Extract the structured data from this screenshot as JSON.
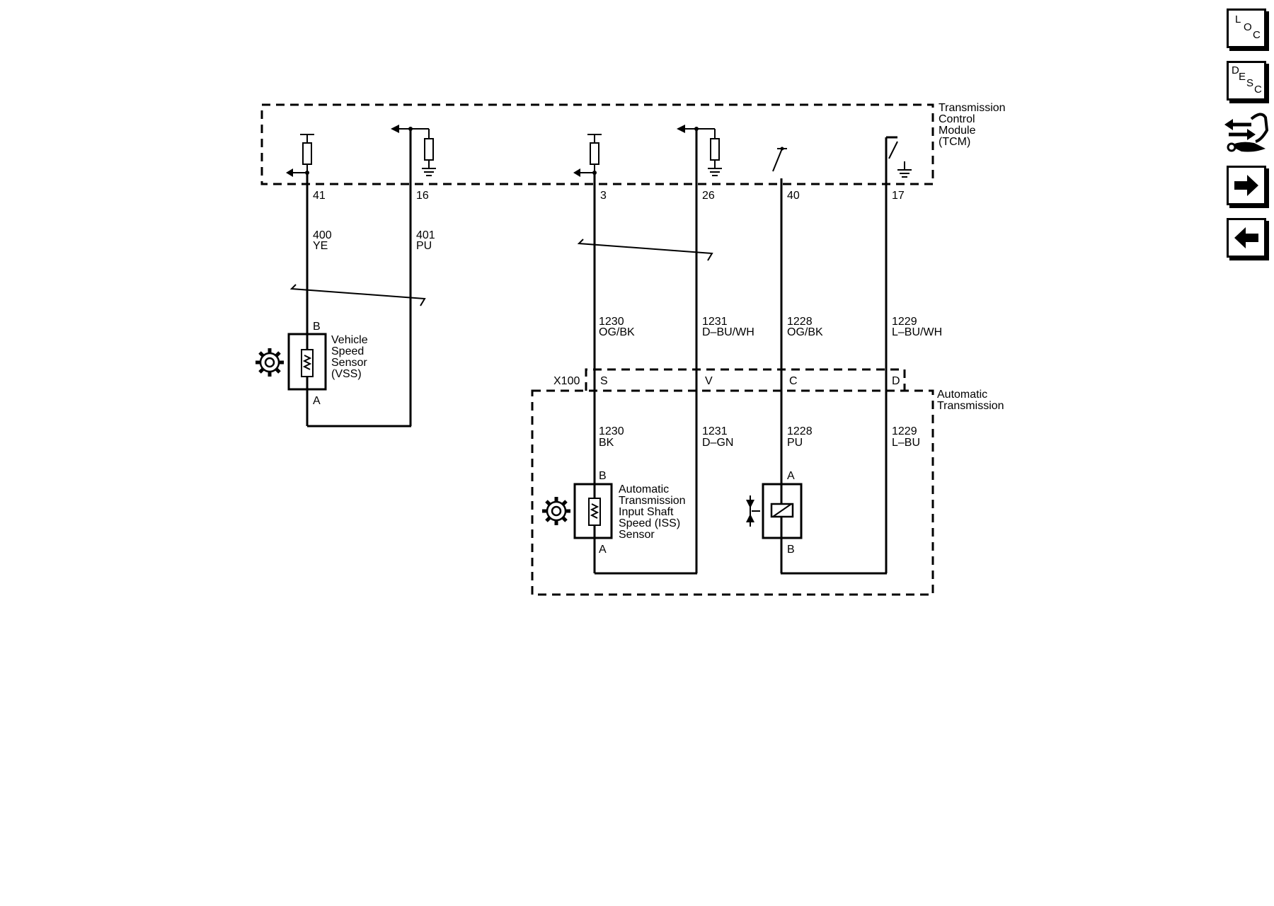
{
  "modules": {
    "tcm": {
      "name_lines": [
        "Transmission",
        "Control",
        "Module",
        "(TCM)"
      ]
    },
    "auto_trans": {
      "name_lines": [
        "Automatic",
        "Transmission"
      ]
    }
  },
  "pins": {
    "p41": "41",
    "p16": "16",
    "p3": "3",
    "p26": "26",
    "p40": "40",
    "p17": "17"
  },
  "circuits_upper": {
    "c400": {
      "num": "400",
      "color": "YE"
    },
    "c401": {
      "num": "401",
      "color": "PU"
    },
    "c1230": {
      "num": "1230",
      "color": "OG/BK"
    },
    "c1231": {
      "num": "1231",
      "color": "D–BU/WH"
    },
    "c1228": {
      "num": "1228",
      "color": "OG/BK"
    },
    "c1229": {
      "num": "1229",
      "color": "L–BU/WH"
    }
  },
  "circuits_lower": {
    "c1230": {
      "num": "1230",
      "color": "BK"
    },
    "c1231": {
      "num": "1231",
      "color": "D–GN"
    },
    "c1228": {
      "num": "1228",
      "color": "PU"
    },
    "c1229": {
      "num": "1229",
      "color": "L–BU"
    }
  },
  "connector": {
    "name": "X100",
    "pins": [
      "S",
      "V",
      "C",
      "D"
    ]
  },
  "vss": {
    "name_lines": [
      "Vehicle",
      "Speed",
      "Sensor",
      "(VSS)"
    ],
    "pin_b": "B",
    "pin_a": "A"
  },
  "iss": {
    "name_lines": [
      "Automatic",
      "Transmission",
      "Input Shaft",
      "Speed (ISS)",
      "Sensor"
    ],
    "pin_b": "B",
    "pin_a": "A"
  },
  "solenoid": {
    "pin_a": "A",
    "pin_b": "B"
  },
  "nav": {
    "loc": {
      "letters": [
        "L",
        "O",
        "C"
      ]
    },
    "desc": {
      "letters": [
        "D",
        "E",
        "S",
        "C"
      ]
    },
    "icons": [
      "connector-tools-icon",
      "arrow-right-icon",
      "arrow-left-icon"
    ]
  }
}
